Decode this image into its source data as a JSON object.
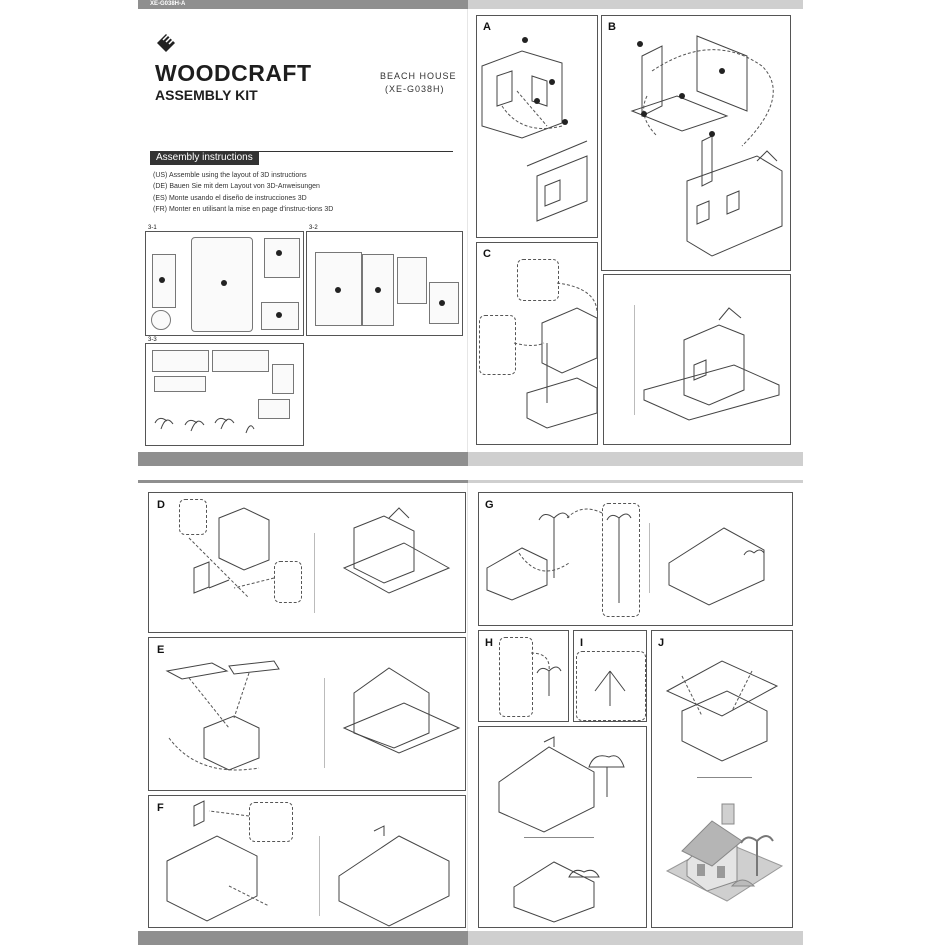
{
  "header": {
    "code": "XE-G038H-A"
  },
  "brand": {
    "title": "WOODCRAFT",
    "subtitle": "ASSEMBLY KIT"
  },
  "product": {
    "name": "BEACH HOUSE",
    "code": "(XE-G038H)"
  },
  "section": {
    "title": "Assembly instructions"
  },
  "instructions": [
    "(US) Assemble using the layout of 3D instructions",
    "(DE) Bauen Sie mit dem Layout von 3D-Anweisungen",
    "(ES) Monte usando el diseño de instrucciones 3D",
    "(FR) Monter en utilisant la mise en page d'instruc-tions 3D"
  ],
  "sheets": {
    "s1": "3-1",
    "s2": "3-2",
    "s3": "3-3"
  },
  "steps": {
    "A": "A",
    "B": "B",
    "C": "C",
    "D": "D",
    "E": "E",
    "F": "F",
    "G": "G",
    "H": "H",
    "I": "I",
    "J": "J"
  }
}
